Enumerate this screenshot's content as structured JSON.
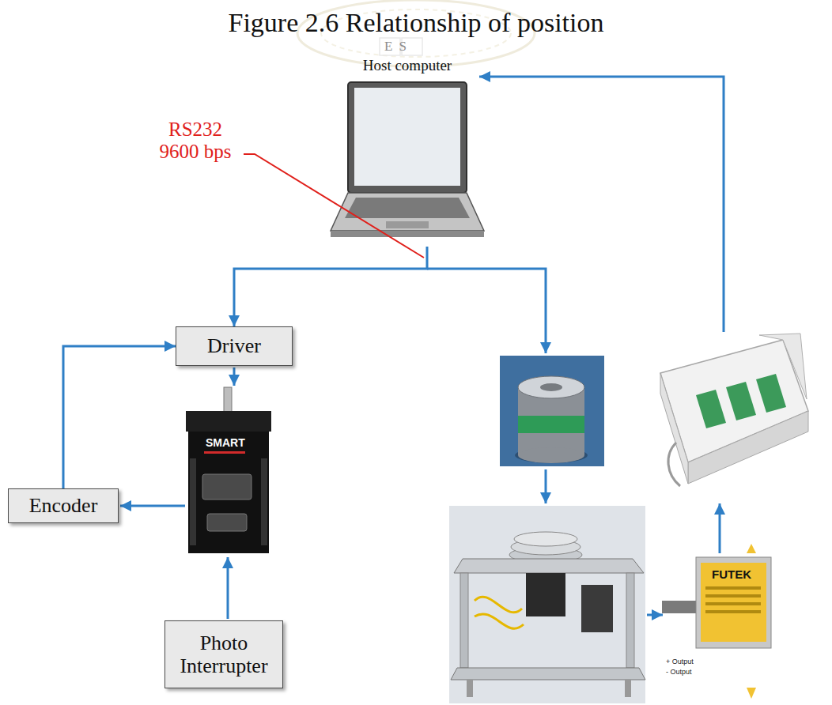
{
  "diagram": {
    "caption": "Figure 2.6 Relationship of position",
    "nodes": [
      {
        "text": [
          "Host computer"
        ]
      },
      {
        "text": [
          "Driver"
        ]
      },
      {
        "text": [
          "Encoder"
        ]
      },
      {
        "text": [
          "Photo Interrupter"
        ]
      }
    ],
    "edges": [
      {
        "from": 0,
        "to": 1,
        "arrow": "to"
      },
      {
        "from": 2,
        "to": 1,
        "arrow": "to"
      }
    ],
    "labels": [
      "ES",
      "RS232 9600 bps",
      "SMART",
      "FUTEK",
      "+ Output",
      "- Output"
    ]
  }
}
